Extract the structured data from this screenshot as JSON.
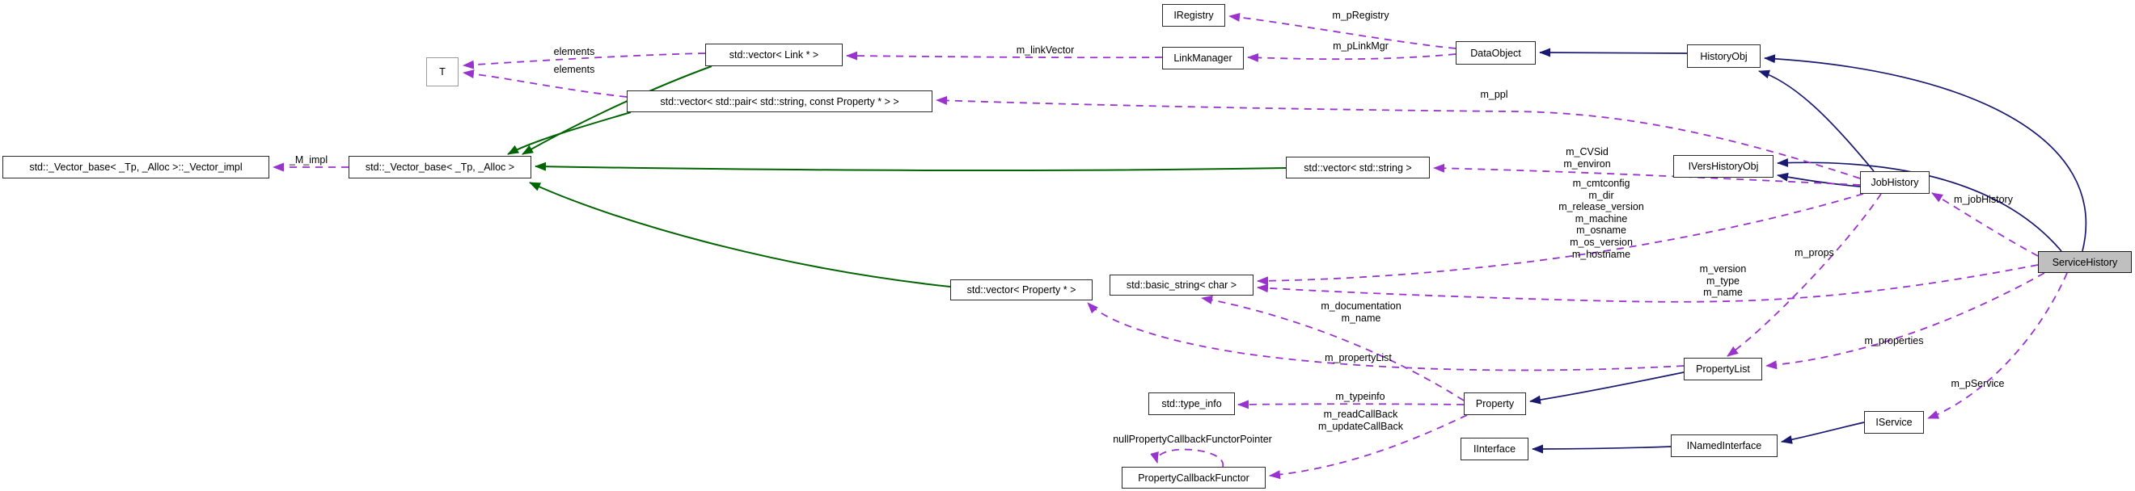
{
  "diagram": {
    "kind": "doxygen-collaboration-graph",
    "colors": {
      "usage_edge": "#9a32cd",
      "inheritance_edge": "#191970",
      "template_edge": "#006400",
      "highlight_node_fill": "#bfbfbf"
    },
    "nodes": {
      "t": {
        "label": "T"
      },
      "iregistry": {
        "label": "IRegistry"
      },
      "vector_link": {
        "label": "std::vector< Link * >"
      },
      "linkmanager": {
        "label": "LinkManager"
      },
      "dataobject": {
        "label": "DataObject"
      },
      "historyobj": {
        "label": "HistoryObj"
      },
      "pair_vector": {
        "label": "std::vector< std::pair< std::string, const Property * > >"
      },
      "ivershistoryobj": {
        "label": "IVersHistoryObj"
      },
      "vector_impl": {
        "label": "std::_Vector_base< _Tp, _Alloc >::_Vector_impl"
      },
      "vector_base": {
        "label": "std::_Vector_base< _Tp, _Alloc >"
      },
      "vector_string": {
        "label": "std::vector< std::string >"
      },
      "jobhistory": {
        "label": "JobHistory"
      },
      "servicehistory": {
        "label": "ServiceHistory"
      },
      "vector_property": {
        "label": "std::vector< Property * >"
      },
      "basic_string": {
        "label": "std::basic_string< char >"
      },
      "propertylist": {
        "label": "PropertyList"
      },
      "type_info": {
        "label": "std::type_info"
      },
      "property": {
        "label": "Property"
      },
      "iinterface": {
        "label": "IInterface"
      },
      "inamedinterface": {
        "label": "INamedInterface"
      },
      "iservice": {
        "label": "IService"
      },
      "callback_functor": {
        "label": "PropertyCallbackFunctor"
      }
    },
    "edge_labels": {
      "elements_link": "elements",
      "elements_pair": "elements",
      "m_linkVector": "m_linkVector",
      "m_pRegistry": "m_pRegistry",
      "m_pLinkMgr": "m_pLinkMgr",
      "m_ppl": "m_ppl",
      "M_impl": "_M_impl",
      "jobhistory_vector_string": "m_CVSid\nm_environ",
      "jobhistory_strings": "m_cmtconfig\nm_dir\nm_release_version\nm_machine\nm_osname\nm_os_version\nm_hostname",
      "servicehistory_strings": "m_version\nm_type\nm_name",
      "property_strings": "m_documentation\nm_name",
      "m_propertyList": "m_propertyList",
      "m_props": "m_props",
      "m_jobHistory": "m_jobHistory",
      "m_properties": "m_properties",
      "m_typeinfo": "m_typeinfo",
      "property_callbacks": "m_readCallBack\nm_updateCallBack",
      "null_functor": "nullPropertyCallbackFunctorPointer",
      "m_pService": "m_pService"
    }
  }
}
